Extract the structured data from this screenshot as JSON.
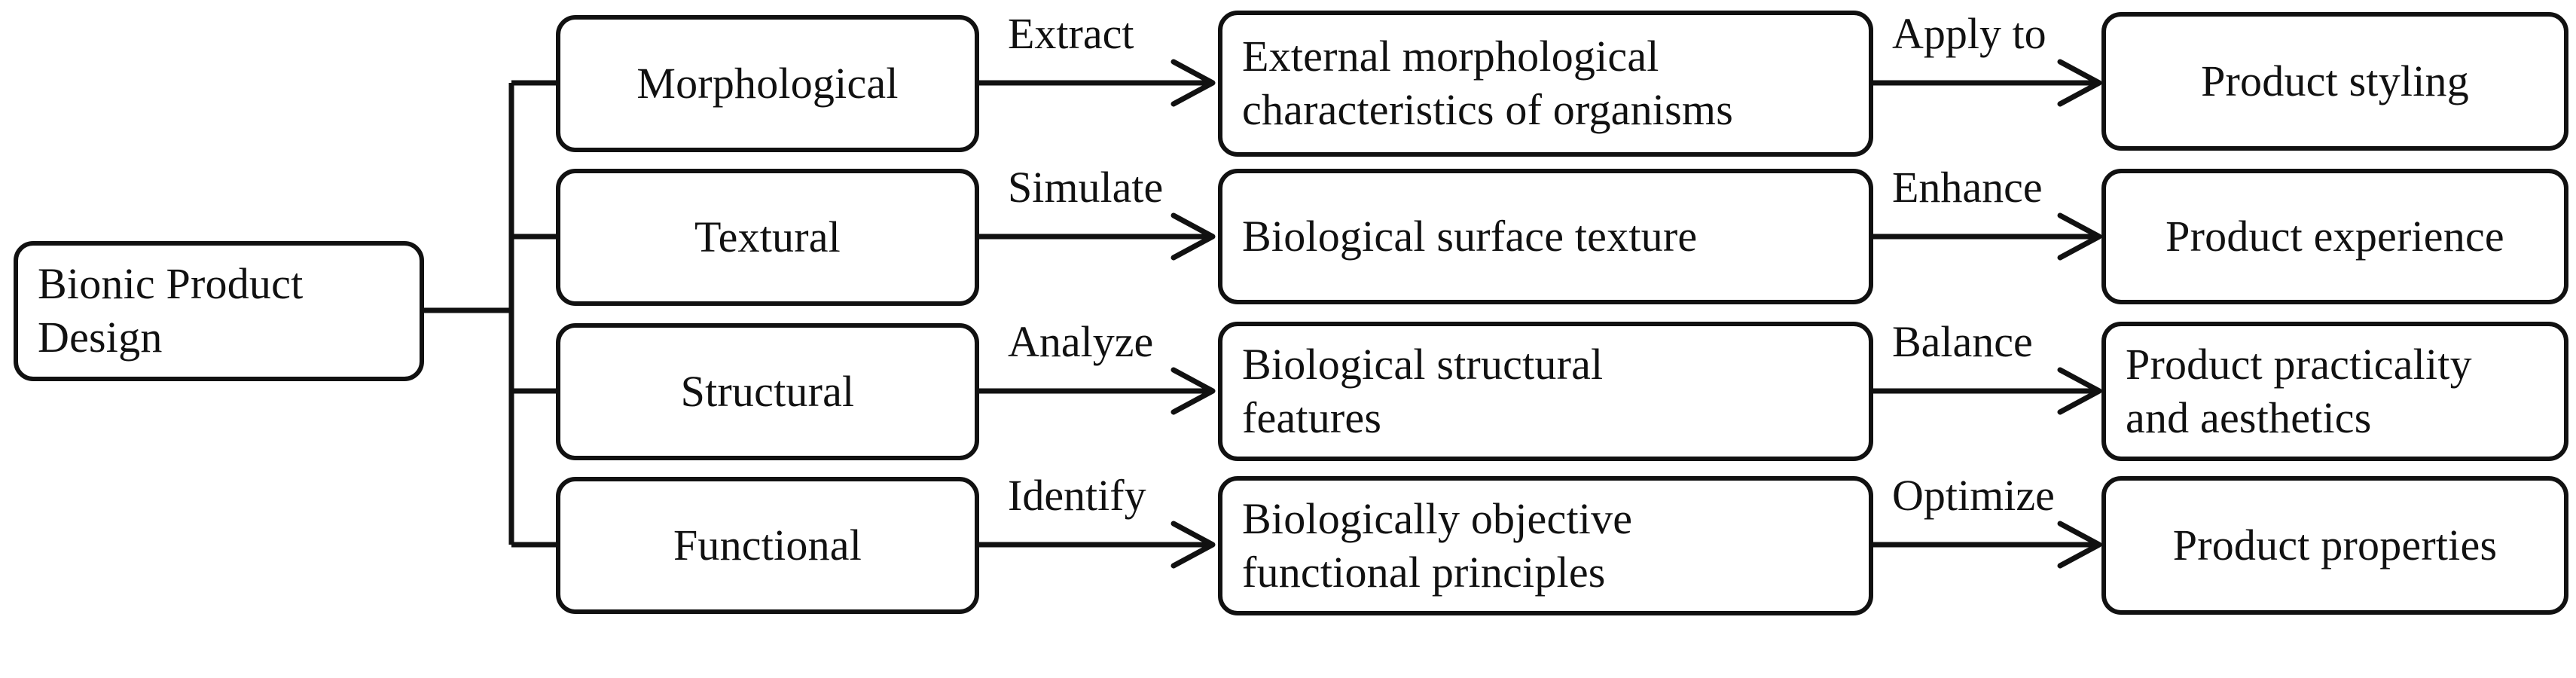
{
  "diagram": {
    "type": "tree-flow",
    "orientation": "left-to-right",
    "root": {
      "label": "Bionic Product Design",
      "line1": "Bionic Product",
      "line2": "Design"
    },
    "rows": [
      {
        "aspect": "Morphological",
        "verb": "Extract",
        "biological": "External morphological characteristics of organisms",
        "biological_line1": "External morphological",
        "biological_line2": "characteristics of organisms",
        "verb2": "Apply to",
        "outcome": "Product styling",
        "outcome_line1": "Product styling",
        "outcome_line2": ""
      },
      {
        "aspect": "Textural",
        "verb": "Simulate",
        "biological": "Biological surface texture",
        "biological_line1": "Biological surface texture",
        "biological_line2": "",
        "verb2": "Enhance",
        "outcome": "Product experience",
        "outcome_line1": "Product experience",
        "outcome_line2": ""
      },
      {
        "aspect": "Structural",
        "verb": "Analyze",
        "biological": "Biological structural features",
        "biological_line1": "Biological structural",
        "biological_line2": "features",
        "verb2": "Balance",
        "outcome": "Product practicality and aesthetics",
        "outcome_line1": "Product practicality",
        "outcome_line2": "and aesthetics"
      },
      {
        "aspect": "Functional",
        "verb": "Identify",
        "biological": "Biologically objective functional principles",
        "biological_line1": "Biologically objective",
        "biological_line2": "functional principles",
        "verb2": "Optimize",
        "outcome": "Product properties",
        "outcome_line1": "Product properties",
        "outcome_line2": ""
      }
    ],
    "colors": {
      "stroke": "#111111",
      "fill": "#ffffff",
      "text": "#111111"
    }
  }
}
